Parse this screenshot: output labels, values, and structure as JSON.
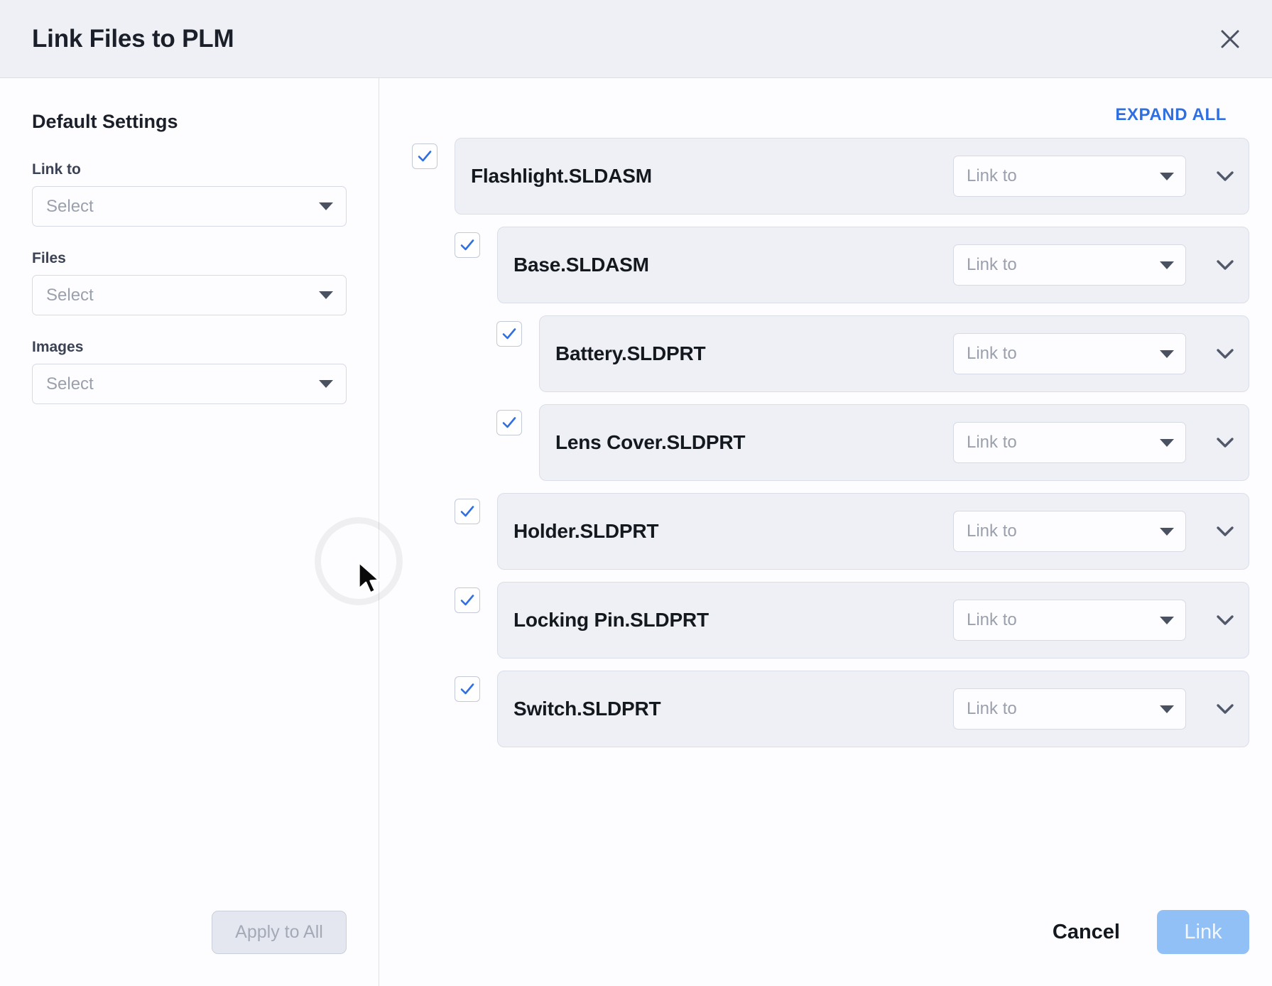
{
  "header": {
    "title": "Link Files to PLM",
    "close_icon": "close-icon"
  },
  "sidebar": {
    "title": "Default Settings",
    "fields": [
      {
        "label": "Link to",
        "value": "Select",
        "placeholder": "Select"
      },
      {
        "label": "Files",
        "value": "Select",
        "placeholder": "Select"
      },
      {
        "label": "Images",
        "value": "Select",
        "placeholder": "Select"
      }
    ],
    "apply_button": {
      "label": "Apply to All",
      "enabled": false
    }
  },
  "main": {
    "expand_all_label": "EXPAND ALL",
    "expand_all_color": "#2f6fe0",
    "select_placeholder": "Link to",
    "rows": [
      {
        "name": "Flashlight.SLDASM",
        "level": 0,
        "checked": true,
        "link_to": "Link to",
        "expand_icon": "chevron-down-icon"
      },
      {
        "name": "Base.SLDASM",
        "level": 1,
        "checked": true,
        "link_to": "Link to",
        "expand_icon": "chevron-down-icon"
      },
      {
        "name": "Battery.SLDPRT",
        "level": 2,
        "checked": true,
        "link_to": "Link to",
        "expand_icon": "chevron-down-icon"
      },
      {
        "name": "Lens Cover.SLDPRT",
        "level": 2,
        "checked": true,
        "link_to": "Link to",
        "expand_icon": "chevron-down-icon"
      },
      {
        "name": "Holder.SLDPRT",
        "level": 1,
        "checked": true,
        "link_to": "Link to",
        "expand_icon": "chevron-down-icon"
      },
      {
        "name": "Locking Pin.SLDPRT",
        "level": 1,
        "checked": true,
        "link_to": "Link to",
        "expand_icon": "chevron-down-icon"
      },
      {
        "name": "Switch.SLDPRT",
        "level": 1,
        "checked": true,
        "link_to": "Link to",
        "expand_icon": "chevron-down-icon"
      }
    ]
  },
  "footer": {
    "cancel_label": "Cancel",
    "link_label": "Link",
    "link_enabled": false,
    "link_color": "#90c0f5"
  },
  "colors": {
    "accent": "#2f6fe0",
    "checkbox_check": "#2f6fe0",
    "header_bg": "#eef0f5",
    "row_bg": "#eef0f5"
  }
}
